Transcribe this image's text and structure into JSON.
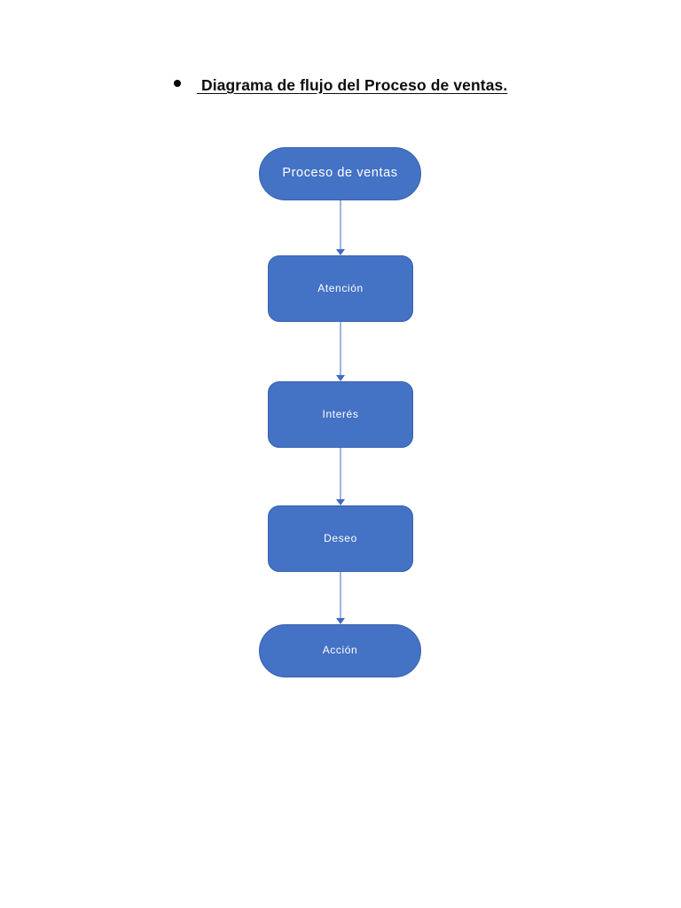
{
  "document": {
    "background_color": "#FFFFFF",
    "heading": {
      "bullet": "●",
      "text": " Diagrama de flujo del Proceso de ventas."
    }
  },
  "diagram": {
    "type": "flowchart",
    "orientation": "vertical",
    "colors": {
      "node_fill": "#4472C4",
      "node_border": "#3A62AE",
      "node_text": "#FFFFFF",
      "connector_line": "#9DB5DF",
      "connector_arrow": "#3F6BC0"
    },
    "nodes": [
      {
        "id": "proceso-de-ventas",
        "label": "Proceso de ventas",
        "shape": "pill"
      },
      {
        "id": "atencion",
        "label": "Atención",
        "shape": "rounded-rectangle"
      },
      {
        "id": "interes",
        "label": "Interés",
        "shape": "rounded-rectangle"
      },
      {
        "id": "deseo",
        "label": "Deseo",
        "shape": "rounded-rectangle"
      },
      {
        "id": "accion",
        "label": "Acción",
        "shape": "pill"
      }
    ],
    "connectors": [
      {
        "from": "proceso-de-ventas",
        "to": "atencion",
        "style": "arrow-down"
      },
      {
        "from": "atencion",
        "to": "interes",
        "style": "arrow-down"
      },
      {
        "from": "interes",
        "to": "deseo",
        "style": "arrow-down"
      },
      {
        "from": "deseo",
        "to": "accion",
        "style": "arrow-down"
      }
    ]
  }
}
